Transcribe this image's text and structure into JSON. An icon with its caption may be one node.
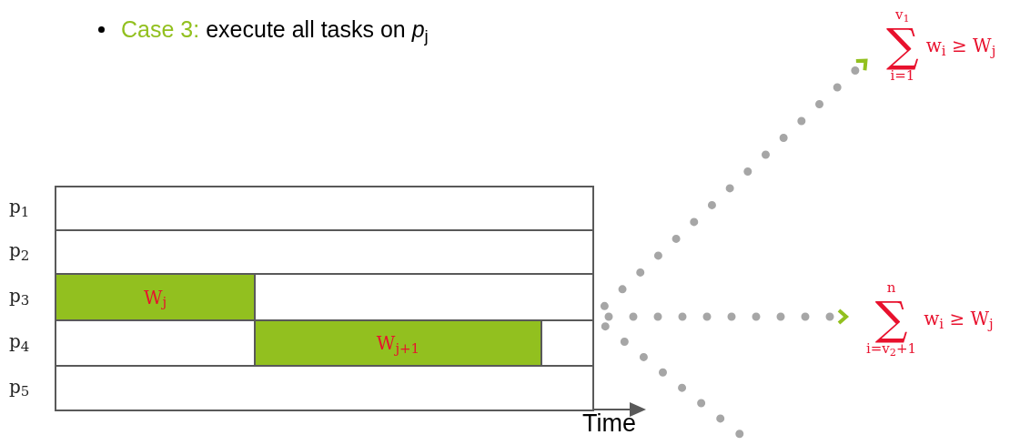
{
  "diagram": {
    "nodes": [
      {
        "text": [],
        "shape": "box"
      },
      {
        "text": [
          "W$_{j}$"
        ],
        "in": 0
      },
      {
        "text": [
          "W$_{j+1}$"
        ],
        "in": 0
      },
      {
        "text": [
          "v$_{1}$",
          "∑",
          "i=1",
          "w$_{i}$ ≥ W$_{j}$"
        ]
      },
      {
        "text": [
          "n",
          "∑",
          "i=v$_{2}$+1",
          "w$_{i}$ ≥ W$_{j}$"
        ]
      }
    ],
    "edges": [
      {
        "from": 0,
        "to": 3,
        "arrow": "to"
      },
      {
        "from": 0,
        "to": 4,
        "arrow": "to"
      },
      {
        "from": 0,
        "to": null,
        "arrow": "none"
      }
    ],
    "labels": [
      "Case 3:",
      "execute all tasks on *p*$_{j}$",
      "p$_{1}$",
      "p$_{2}$",
      "p$_{3}$",
      "p$_{4}$",
      "p$_{5}$",
      "Time"
    ]
  }
}
